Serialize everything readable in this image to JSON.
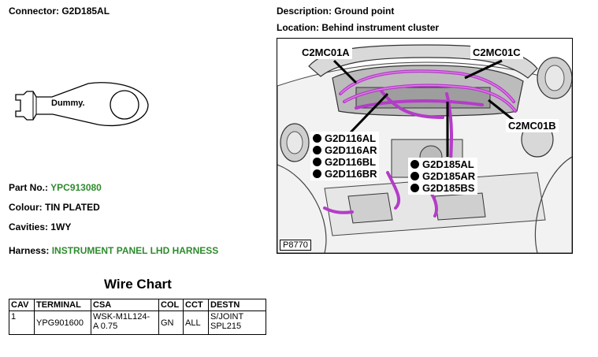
{
  "connector": {
    "label": "Connector:",
    "value": "G2D185AL"
  },
  "description": {
    "label": "Description:",
    "value": "Ground point"
  },
  "location": {
    "label": "Location:",
    "value": "Behind instrument cluster"
  },
  "dummy_label": "Dummy.",
  "part_no": {
    "label": "Part No.:",
    "value": "YPC913080"
  },
  "colour": {
    "label": "Colour:",
    "value": "TIN PLATED"
  },
  "cavities": {
    "label": "Cavities:",
    "value": "1WY"
  },
  "harness": {
    "label": "Harness:",
    "value": "INSTRUMENT PANEL LHD HARNESS"
  },
  "wire_chart": {
    "title": "Wire Chart",
    "headers": [
      "CAV",
      "TERMINAL",
      "CSA",
      "COL",
      "CCT",
      "DESTN"
    ],
    "rows": [
      {
        "cav": "1",
        "terminal": "YPG901600",
        "csa_1": "WSK-M1L124-",
        "csa_2": "A 0.75",
        "col": "GN",
        "cct": "ALL",
        "destn_1": "S/JOINT",
        "destn_2": "SPL215"
      }
    ]
  },
  "photo": {
    "id": "P8770",
    "callouts": {
      "c2mc01a": "C2MC01A",
      "c2mc01c": "C2MC01C",
      "c2mc01b": "C2MC01B",
      "left_group": [
        "G2D116AL",
        "G2D116AR",
        "G2D116BL",
        "G2D116BR"
      ],
      "right_group": [
        "G2D185AL",
        "G2D185AR",
        "G2D185BS"
      ]
    }
  },
  "colors": {
    "green_text": "#2e8b2e",
    "harness_purple": "#b43cc8"
  }
}
